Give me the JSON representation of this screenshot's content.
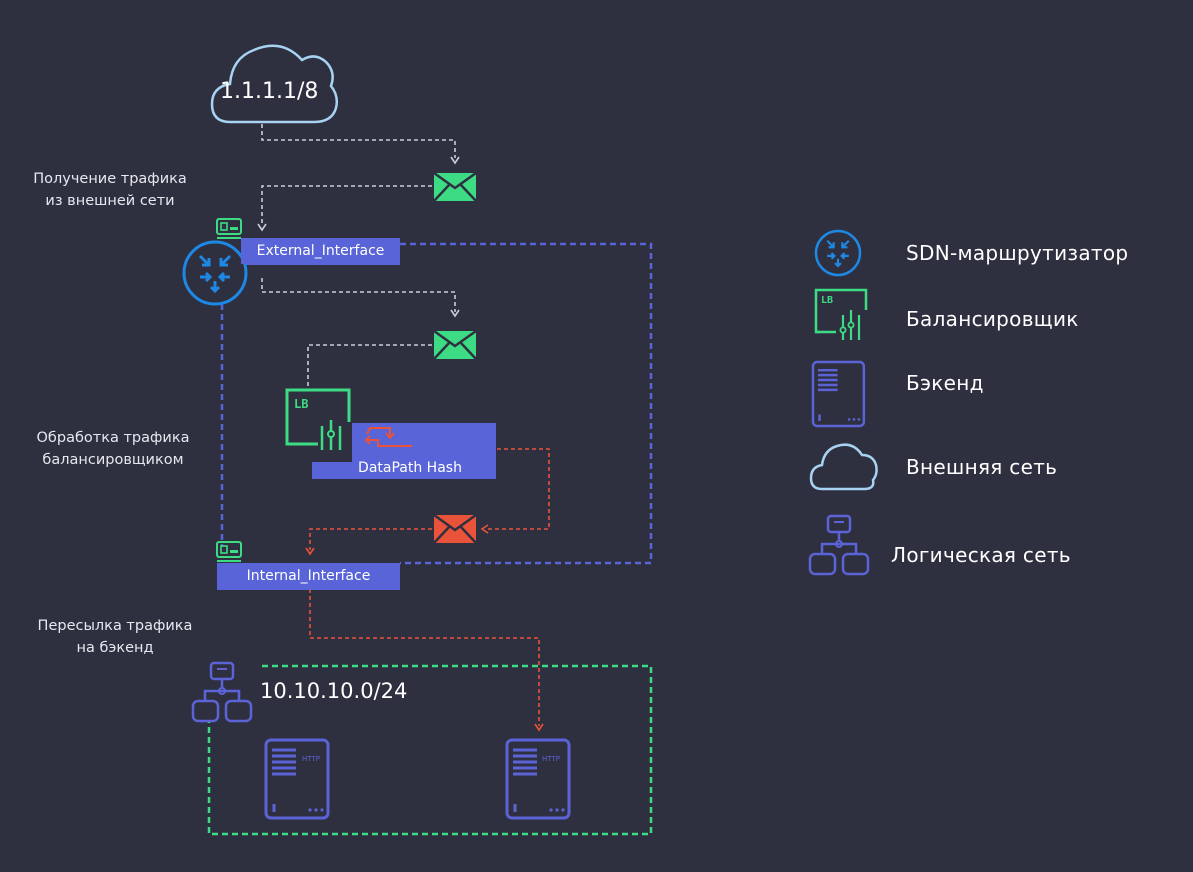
{
  "diagram": {
    "cloud_label": "1.1.1.1/8",
    "steps": {
      "receive_line1": "Получение трафика",
      "receive_line2": "из внешней сети",
      "process_line1": "Обработка трафика",
      "process_line2": "балансировщиком",
      "forward_line1": "Пересылка трафика",
      "forward_line2": "на бэкенд"
    },
    "external_interface": "External_Interface",
    "internal_interface": "Internal_Interface",
    "lb_badge": "LB",
    "datapath_hash": "DataPath Hash",
    "subnet_label": "10.10.10.0/24",
    "backend_badge": "HTTP"
  },
  "legend": {
    "items": [
      {
        "label": "SDN-маршрутизатор",
        "icon": "router-icon"
      },
      {
        "label": "Балансировщик",
        "icon": "load-balancer-icon"
      },
      {
        "label": "Бэкенд",
        "icon": "backend-server-icon"
      },
      {
        "label": "Внешняя сеть",
        "icon": "cloud-icon"
      },
      {
        "label": "Логическая сеть",
        "icon": "logical-network-icon"
      }
    ]
  },
  "colors": {
    "background": "#2e3040",
    "interface": "#5964d8",
    "router": "#1e88e5",
    "balancer": "#3ddc84",
    "backend": "#5b63d6",
    "cloud": "#a8d2f2",
    "traffic_white": "#c9ccd8",
    "traffic_red": "#e8533a",
    "envelope_green": "#3ddc84",
    "envelope_red": "#e8533a"
  }
}
